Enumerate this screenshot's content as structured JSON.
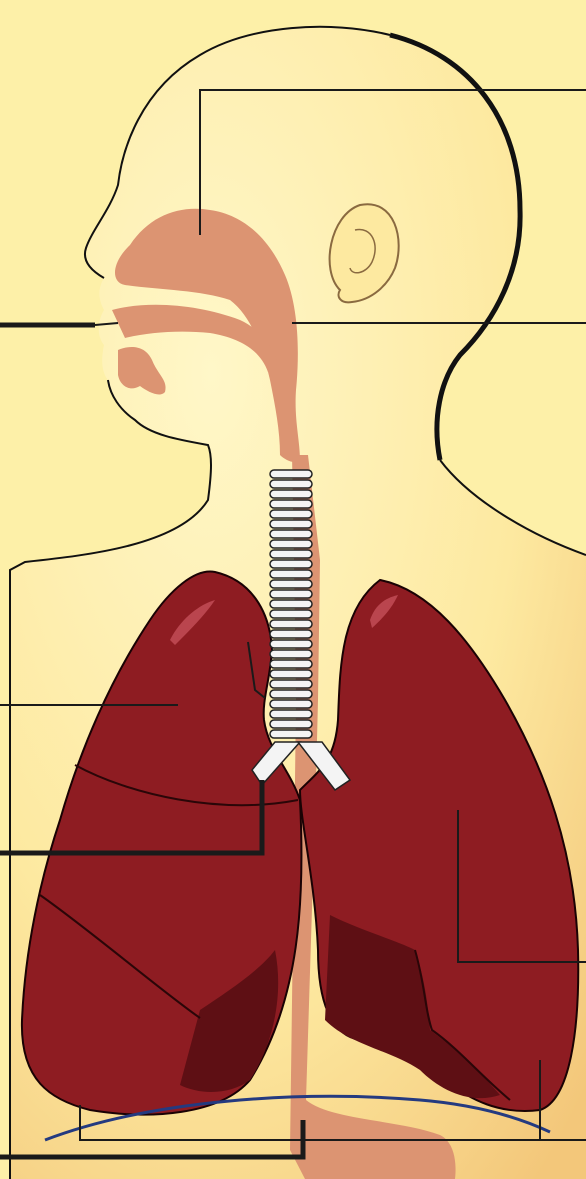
{
  "diagram": {
    "colors": {
      "background": "#fdf0a8",
      "outline": "#111111",
      "airway": "#dc9472",
      "lung": "#8e1c22",
      "lung_dark": "#5e0f14",
      "lung_highlight": "#c6505a",
      "trachea_ring": "#f4f4f4",
      "diaphragm": "#243a80",
      "leader_line": "#1a1a1a"
    },
    "labels": [],
    "leader_lines": [
      {
        "id": "leader-nasal-cavity",
        "style": "thin"
      },
      {
        "id": "leader-pharynx",
        "style": "thin"
      },
      {
        "id": "leader-mouth",
        "style": "thick"
      },
      {
        "id": "leader-right-lung",
        "style": "thin"
      },
      {
        "id": "leader-bronchus",
        "style": "thick"
      },
      {
        "id": "leader-left-lung",
        "style": "thin"
      },
      {
        "id": "leader-lung-base",
        "style": "thin"
      },
      {
        "id": "leader-diaphragm",
        "style": "thick"
      }
    ]
  }
}
